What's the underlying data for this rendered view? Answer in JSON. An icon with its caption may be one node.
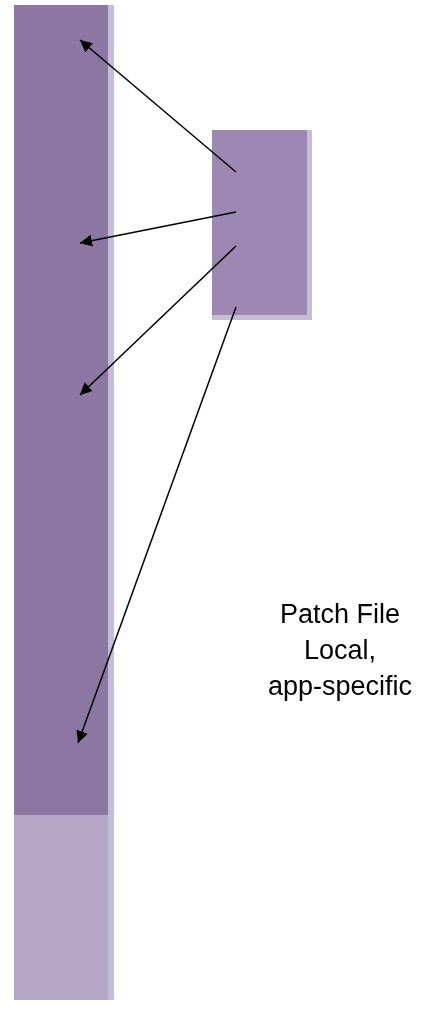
{
  "diagram": {
    "nodes": [
      {
        "text": [],
        "shape": "bar"
      },
      {
        "text": [],
        "shape": "bar"
      },
      {
        "text": [],
        "shape": "box"
      }
    ],
    "edges": [
      {
        "from": 2,
        "to": 0,
        "arrow": "to"
      },
      {
        "from": 2,
        "to": 0,
        "arrow": "to"
      },
      {
        "from": 2,
        "to": 0,
        "arrow": "to"
      },
      {
        "from": 2,
        "to": 0,
        "arrow": "to"
      }
    ],
    "labels": [
      "Patch File Local, app-specific"
    ]
  }
}
